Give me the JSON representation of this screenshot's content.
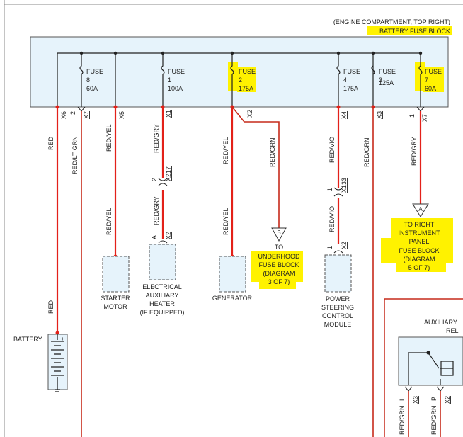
{
  "fuse_block": {
    "location": "(ENGINE COMPARTMENT, TOP RIGHT)",
    "title": "BATTERY FUSE BLOCK"
  },
  "fuses": [
    {
      "label": "FUSE",
      "number": "8",
      "rating": "60A",
      "highlighted": false
    },
    {
      "label": "FUSE",
      "number": "1",
      "rating": "100A",
      "highlighted": false
    },
    {
      "label": "FUSE",
      "number": "2",
      "rating": "175A",
      "highlighted": true
    },
    {
      "label": "FUSE",
      "number": "4",
      "rating": "175A",
      "highlighted": false
    },
    {
      "label": "FUSE",
      "number": "3",
      "rating": "125A",
      "highlighted": false
    },
    {
      "label": "FUSE",
      "number": "7",
      "rating": "60A",
      "highlighted": true
    }
  ],
  "pins": {
    "x6_a": "X6",
    "p2": "2",
    "x7_a": "X7",
    "x5": "X5",
    "x1": "X1",
    "x2_gen": "X2",
    "x4": "X4",
    "x3": "X3",
    "p1": "1",
    "x7_b": "X7",
    "p2b": "2",
    "x217": "X217",
    "a_pin": "A",
    "x2_heat": "X2",
    "p1b": "1",
    "x133": "X133",
    "p1c": "1",
    "x2_ps": "X2",
    "l_pin": "L",
    "x3_relay": "X3",
    "p_pin": "P",
    "x2_relay": "X2"
  },
  "wires": {
    "red1": "RED",
    "red_lt_grn": "RED/LT GRN",
    "red_yel1": "RED/YEL",
    "red_gry1": "RED/GRY",
    "red_gry2": "RED/GRY",
    "red_yel2": "RED/YEL",
    "red_grn1": "RED/GRN",
    "red_vio1": "RED/VIO",
    "red_vio2": "RED/VIO",
    "red_grn2": "RED/GRN",
    "red_gry3": "RED/GRY",
    "red_yel3": "RED/YEL",
    "red_yel4": "RED/YEL",
    "red_bat": "RED",
    "red_grn3": "RED/GRN",
    "red_grn4": "RED/GRN"
  },
  "connectors": {
    "b": "B",
    "a": "A"
  },
  "components": {
    "battery": "BATTERY",
    "starter": [
      "STARTER",
      "MOTOR"
    ],
    "heater": [
      "ELECTRICAL",
      "AUXILIARY",
      "HEATER",
      "(IF EQUIPPED)"
    ],
    "generator": "GENERATOR",
    "underhood": [
      "TO",
      "UNDERHOOD",
      "FUSE BLOCK",
      "(DIAGRAM",
      "3 OF 7)"
    ],
    "power_steering": [
      "POWER",
      "STEERING",
      "CONTROL",
      "MODULE"
    ],
    "instrument_panel": [
      "TO RIGHT",
      "INSTRUMENT",
      "PANEL",
      "FUSE BLOCK",
      "(DIAGRAM",
      "5 OF 7)"
    ],
    "auxiliary": [
      "AUXILIARY",
      "REL"
    ]
  },
  "colors": {
    "highlight": "#fff200",
    "block_fill": "#e6f3fb",
    "wire_red": "#e32119"
  }
}
